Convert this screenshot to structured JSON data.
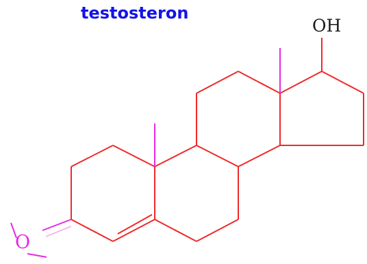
{
  "title": "testosteron",
  "labels": {
    "hydroxyl": "OH",
    "oxygen": "O"
  },
  "colors": {
    "title": "#1414e6",
    "ring_bonds": "#f02828",
    "methyl_and_oxygen": "#e628e6",
    "oh_text": "#1a1a1a",
    "background": "#ffffff"
  }
}
